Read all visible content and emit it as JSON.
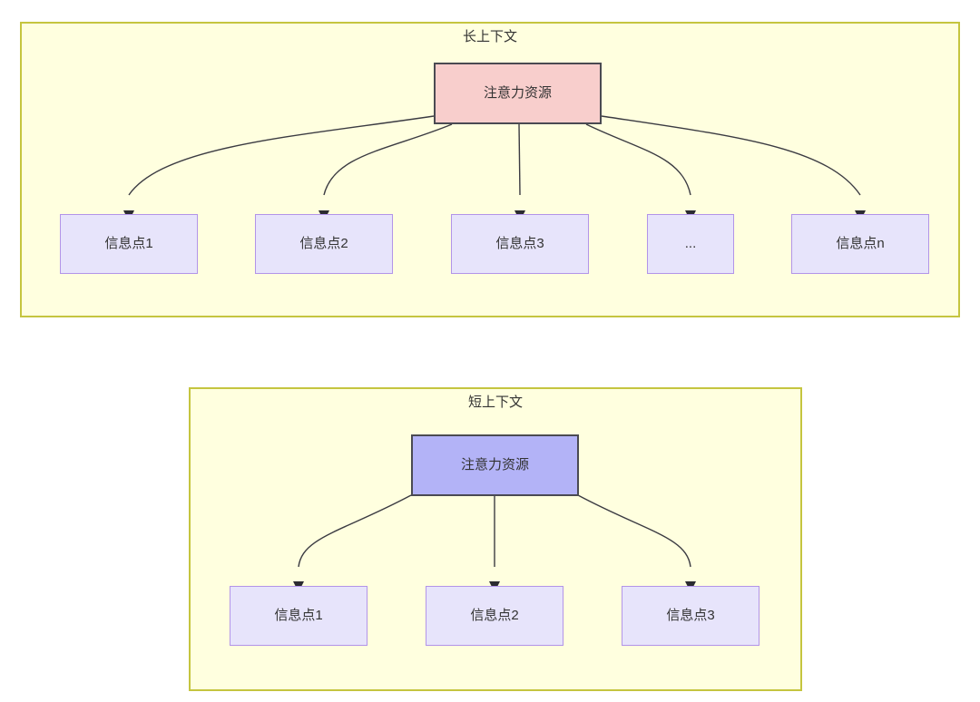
{
  "diagram": {
    "title_semantic": "attention-resource-allocation-long-vs-short-context",
    "colors": {
      "group_fill": "#ffffdf",
      "group_border": "#c5c53f",
      "root_long_fill": "#f8cecc",
      "root_long_border": "#4a4a52",
      "root_short_fill": "#b3b3f7",
      "root_short_border": "#4a4a52",
      "leaf_fill": "#e7e4fb",
      "leaf_border": "#b294e8",
      "edge_stroke": "#3b3b42",
      "text": "#333333"
    },
    "groups": [
      {
        "id": "long-context",
        "title": "长上下文",
        "root": {
          "label": "注意力资源"
        },
        "leaves": [
          {
            "label": "信息点1"
          },
          {
            "label": "信息点2"
          },
          {
            "label": "信息点3"
          },
          {
            "label": "..."
          },
          {
            "label": "信息点n"
          }
        ]
      },
      {
        "id": "short-context",
        "title": "短上下文",
        "root": {
          "label": "注意力资源"
        },
        "leaves": [
          {
            "label": "信息点1"
          },
          {
            "label": "信息点2"
          },
          {
            "label": "信息点3"
          }
        ]
      }
    ]
  }
}
